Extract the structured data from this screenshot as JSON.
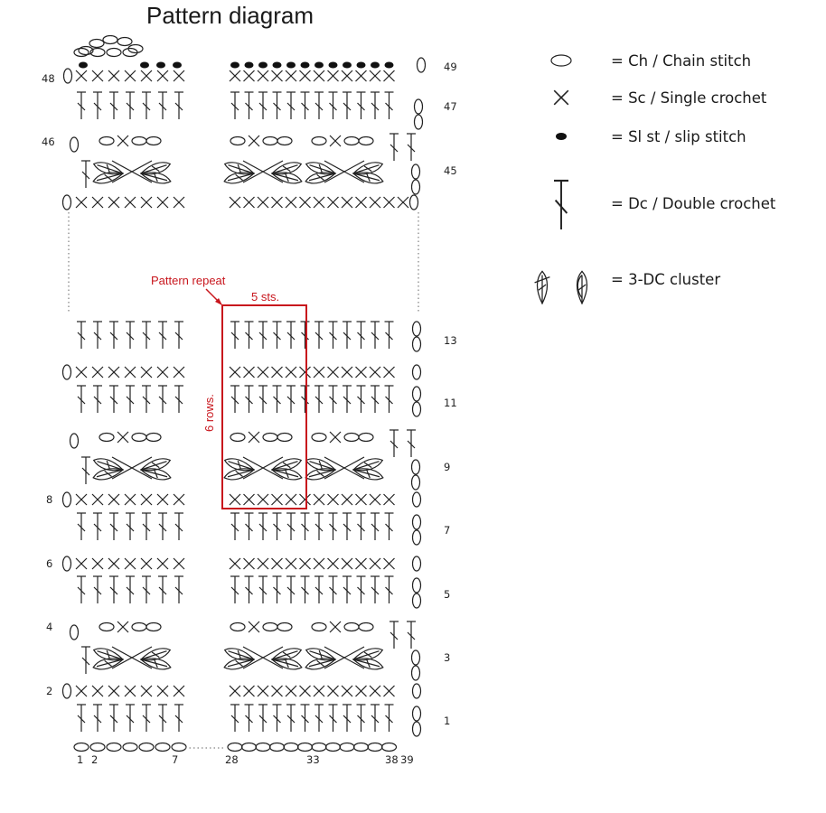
{
  "title": "Pattern diagram",
  "row_numbers_right": [
    "49",
    "47",
    "45",
    "13",
    "11",
    "9",
    "7",
    "5",
    "3",
    "1"
  ],
  "row_numbers_left": [
    "48",
    "46",
    "8",
    "6",
    "4",
    "2"
  ],
  "stitch_numbers": [
    "1",
    "2",
    "7",
    "28",
    "33",
    "38",
    "39"
  ],
  "repeat": {
    "label": "Pattern repeat",
    "stitches": "5 sts.",
    "rows": "6 rows."
  },
  "legend": [
    {
      "symbol": "chain-symbol",
      "text": "= Ch / Chain stitch"
    },
    {
      "symbol": "single-crochet-symbol",
      "text": "= Sc / Single crochet"
    },
    {
      "symbol": "slip-stitch-symbol",
      "text": "= Sl st / slip stitch"
    },
    {
      "symbol": "double-crochet-symbol",
      "text": "= Dc / Double crochet"
    },
    {
      "symbol": "cluster-symbol",
      "text": "= 3-DC cluster"
    }
  ],
  "colors": {
    "ink": "#222222",
    "accent": "#c8161d"
  }
}
